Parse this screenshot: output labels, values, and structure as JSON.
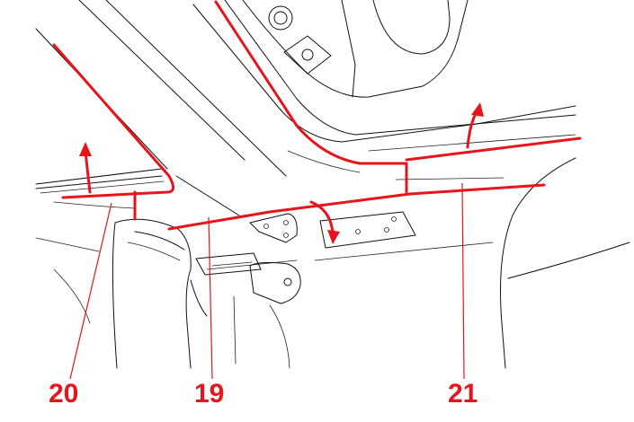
{
  "colors": {
    "accent": "#e8141b",
    "line": "#111111",
    "background": "#ffffff"
  },
  "callouts": [
    {
      "id": "20",
      "label": "20"
    },
    {
      "id": "19",
      "label": "19"
    },
    {
      "id": "21",
      "label": "21"
    }
  ]
}
